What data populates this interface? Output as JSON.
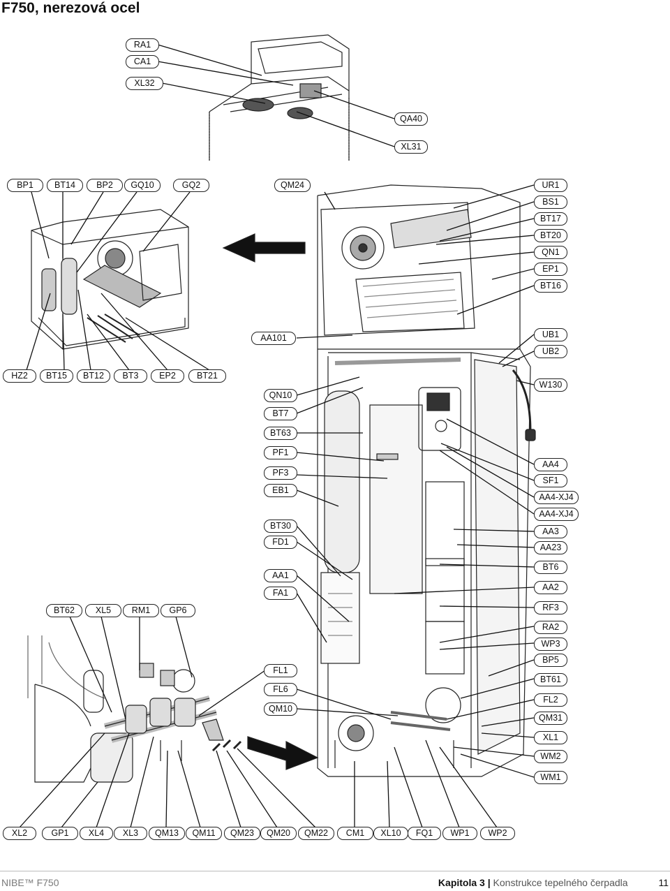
{
  "header": {
    "title": "F750, nerezová ocel"
  },
  "labels": {
    "RA1": "RA1",
    "CA1": "CA1",
    "XL32": "XL32",
    "QA40": "QA40",
    "XL31": "XL31",
    "BP1": "BP1",
    "BT14": "BT14",
    "BP2": "BP2",
    "GQ10": "GQ10",
    "GQ2": "GQ2",
    "QM24": "QM24",
    "UR1": "UR1",
    "BS1": "BS1",
    "BT17": "BT17",
    "BT20": "BT20",
    "QN1": "QN1",
    "EP1": "EP1",
    "BT16": "BT16",
    "AA101": "AA101",
    "UB1": "UB1",
    "UB2": "UB2",
    "HZ2": "HZ2",
    "BT15": "BT15",
    "BT12": "BT12",
    "BT3": "BT3",
    "EP2": "EP2",
    "BT21": "BT21",
    "QN10": "QN10",
    "BT7": "BT7",
    "W130": "W130",
    "BT63": "BT63",
    "PF1": "PF1",
    "PF3": "PF3",
    "EB1": "EB1",
    "AA4": "AA4",
    "SF1": "SF1",
    "AA4-XJ4a": "AA4-XJ4",
    "AA4-XJ4b": "AA4-XJ4",
    "BT30": "BT30",
    "FD1": "FD1",
    "AA3": "AA3",
    "AA23": "AA23",
    "BT6": "BT6",
    "AA1": "AA1",
    "FA1": "FA1",
    "AA2": "AA2",
    "RF3": "RF3",
    "RA2": "RA2",
    "WP3": "WP3",
    "BP5": "BP5",
    "BT62": "BT62",
    "XL5": "XL5",
    "RM1": "RM1",
    "GP6": "GP6",
    "FL1": "FL1",
    "FL6": "FL6",
    "QM10": "QM10",
    "BT61": "BT61",
    "FL2": "FL2",
    "QM31": "QM31",
    "XL1": "XL1",
    "WM2": "WM2",
    "WM1": "WM1",
    "XL2": "XL2",
    "GP1": "GP1",
    "XL4": "XL4",
    "XL3": "XL3",
    "QM13": "QM13",
    "QM11": "QM11",
    "QM23": "QM23",
    "QM20": "QM20",
    "QM22": "QM22",
    "CM1": "CM1",
    "XL10": "XL10",
    "FQ1": "FQ1",
    "WP1": "WP1",
    "WP2": "WP2"
  },
  "footer": {
    "brand": "NIBE™ F750",
    "chapter": "Kapitola 3",
    "separator": "|",
    "subtitle": "Konstrukce tepelného čerpadla",
    "page": "11"
  }
}
